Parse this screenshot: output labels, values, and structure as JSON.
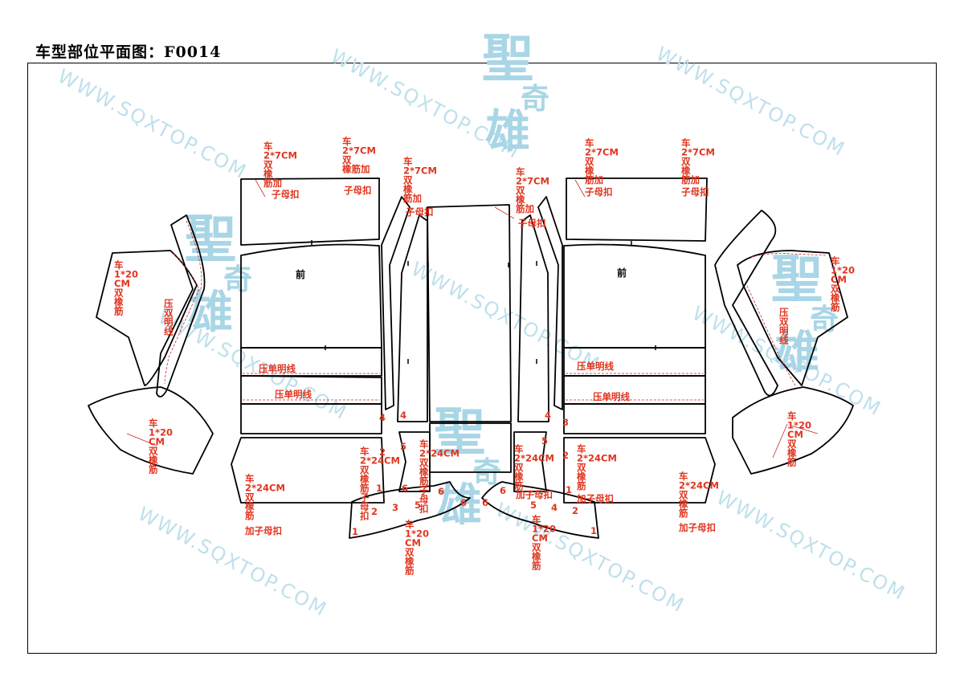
{
  "header": {
    "title": "车型部位平面图：F0014"
  },
  "watermark": {
    "url_text": "WWW.SQXTOP.COM",
    "logo_main": "聖",
    "logo_sub": "奇",
    "logo_tail": "雄"
  },
  "labels": {
    "front": "前",
    "seam_pin": "压单明线",
    "seam_dbl": "压双明线",
    "sew": "车",
    "spec_7": "2*7CM",
    "spec_20": "1*20",
    "spec_cm": "CM",
    "spec_24": "2*24CM",
    "dbl_elastic": "双橡筋",
    "snap": "加子母扣"
  },
  "numbers": [
    "1",
    "2",
    "3",
    "4",
    "5",
    "6"
  ],
  "colors": {
    "annotation": "#e0351f",
    "outline": "#000000",
    "watermark": "#bfe0ec"
  }
}
